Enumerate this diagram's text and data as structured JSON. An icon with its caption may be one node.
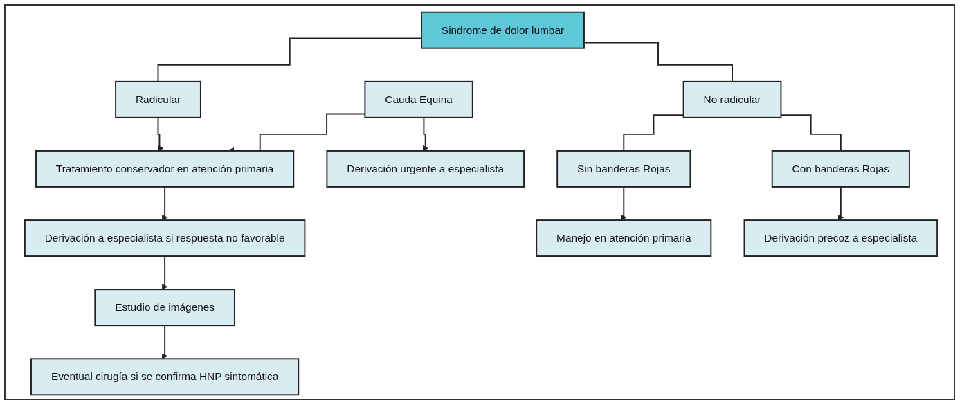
{
  "diagram": {
    "nodes": [
      {
        "text": [
          "Sindrome de dolor lumbar"
        ]
      },
      {
        "text": [
          "Radicular"
        ]
      },
      {
        "text": [
          "No radicular"
        ]
      },
      {
        "text": [
          "Cauda Equina"
        ]
      },
      {
        "text": [
          "Tratamiento conservador en atención primaria"
        ]
      },
      {
        "text": [
          "Derivación urgente a especialista"
        ]
      },
      {
        "text": [
          "Derivación a especialista si respuesta no favorable"
        ]
      },
      {
        "text": [
          "Estudio de imágenes"
        ]
      },
      {
        "text": [
          "Eventual cirugía si se confirma HNP sintomática"
        ]
      },
      {
        "text": [
          "Sin banderas Rojas"
        ]
      },
      {
        "text": [
          "Con banderas Rojas"
        ]
      },
      {
        "text": [
          "Manejo en atención primaria"
        ]
      },
      {
        "text": [
          "Derivación precoz a especialista"
        ]
      }
    ],
    "edges": [
      {
        "from": 0,
        "to": 1,
        "arrow": "none"
      },
      {
        "from": 0,
        "to": 2,
        "arrow": "none"
      },
      {
        "from": 1,
        "to": 4,
        "arrow": "to"
      },
      {
        "from": 3,
        "to": 4,
        "arrow": "to"
      },
      {
        "from": 3,
        "to": 5,
        "arrow": "to"
      },
      {
        "from": 4,
        "to": 6,
        "arrow": "to"
      },
      {
        "from": 6,
        "to": 7,
        "arrow": "to"
      },
      {
        "from": 7,
        "to": 8,
        "arrow": "to"
      },
      {
        "from": 2,
        "to": 9,
        "arrow": "none"
      },
      {
        "from": 2,
        "to": 10,
        "arrow": "none"
      },
      {
        "from": 9,
        "to": 11,
        "arrow": "to"
      },
      {
        "from": 10,
        "to": 12,
        "arrow": "to"
      }
    ]
  }
}
